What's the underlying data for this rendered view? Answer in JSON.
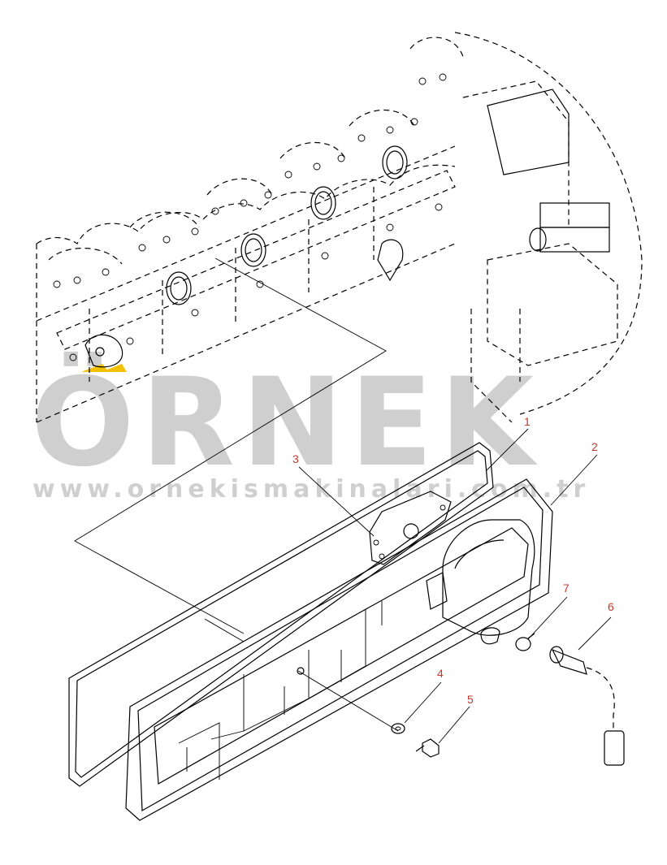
{
  "watermark": {
    "brand": "ÖRNEK",
    "url": "www.ornekismakinalari.com.tr",
    "accent_color": "#f2c200",
    "text_color": "#cfcfcf"
  },
  "callouts": [
    {
      "id": "1",
      "label": "1"
    },
    {
      "id": "2",
      "label": "2"
    },
    {
      "id": "3",
      "label": "3"
    },
    {
      "id": "4",
      "label": "4"
    },
    {
      "id": "5",
      "label": "5"
    },
    {
      "id": "6",
      "label": "6"
    },
    {
      "id": "7",
      "label": "7"
    }
  ],
  "colors": {
    "callout": "#c0392b",
    "line": "#000000"
  }
}
